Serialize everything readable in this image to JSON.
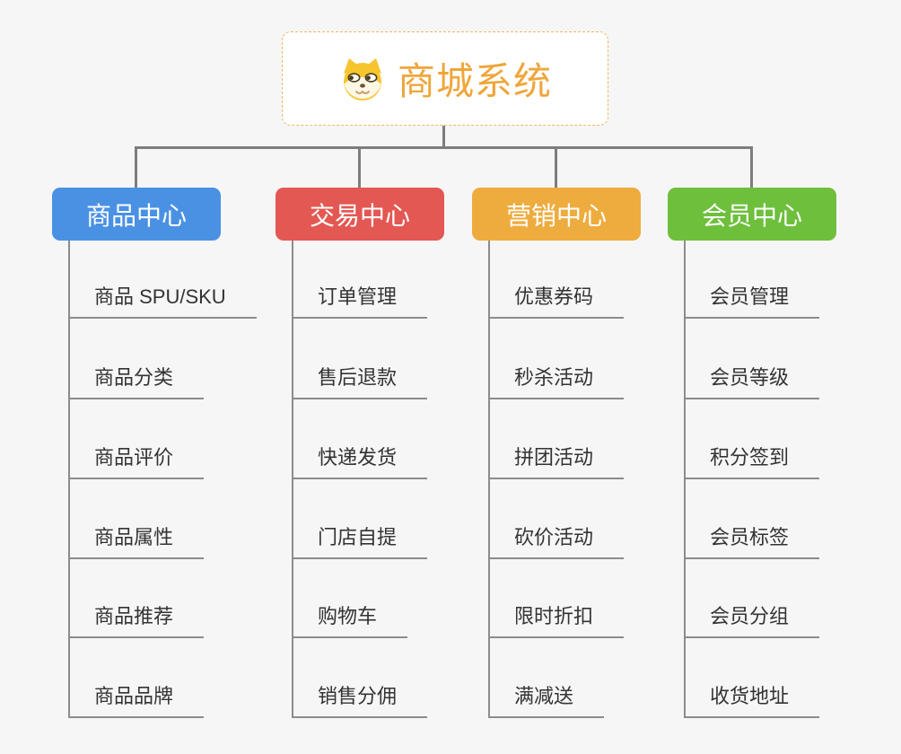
{
  "root": {
    "title": "商城系统",
    "icon": "shiba-dog-icon"
  },
  "columns": [
    {
      "title": "商品中心",
      "color": "#4a91e4",
      "items": [
        "商品 SPU/SKU",
        "商品分类",
        "商品评价",
        "商品属性",
        "商品推荐",
        "商品品牌"
      ]
    },
    {
      "title": "交易中心",
      "color": "#e35853",
      "items": [
        "订单管理",
        "售后退款",
        "快递发货",
        "门店自提",
        "购物车",
        "销售分佣"
      ]
    },
    {
      "title": "营销中心",
      "color": "#eeac3e",
      "items": [
        "优惠券码",
        "秒杀活动",
        "拼团活动",
        "砍价活动",
        "限时折扣",
        "满减送"
      ]
    },
    {
      "title": "会员中心",
      "color": "#6ec03c",
      "items": [
        "会员管理",
        "会员等级",
        "积分签到",
        "会员标签",
        "会员分组",
        "收货地址"
      ]
    }
  ],
  "style_tokens": {
    "canvas_background": "#f6f6f6",
    "root_text_color": "#efa63b",
    "root_border_color": "#f0b560",
    "connector_color": "#7d7d7d",
    "branch_line_color": "#8c8c8c",
    "leaf_text_color": "#333333"
  }
}
